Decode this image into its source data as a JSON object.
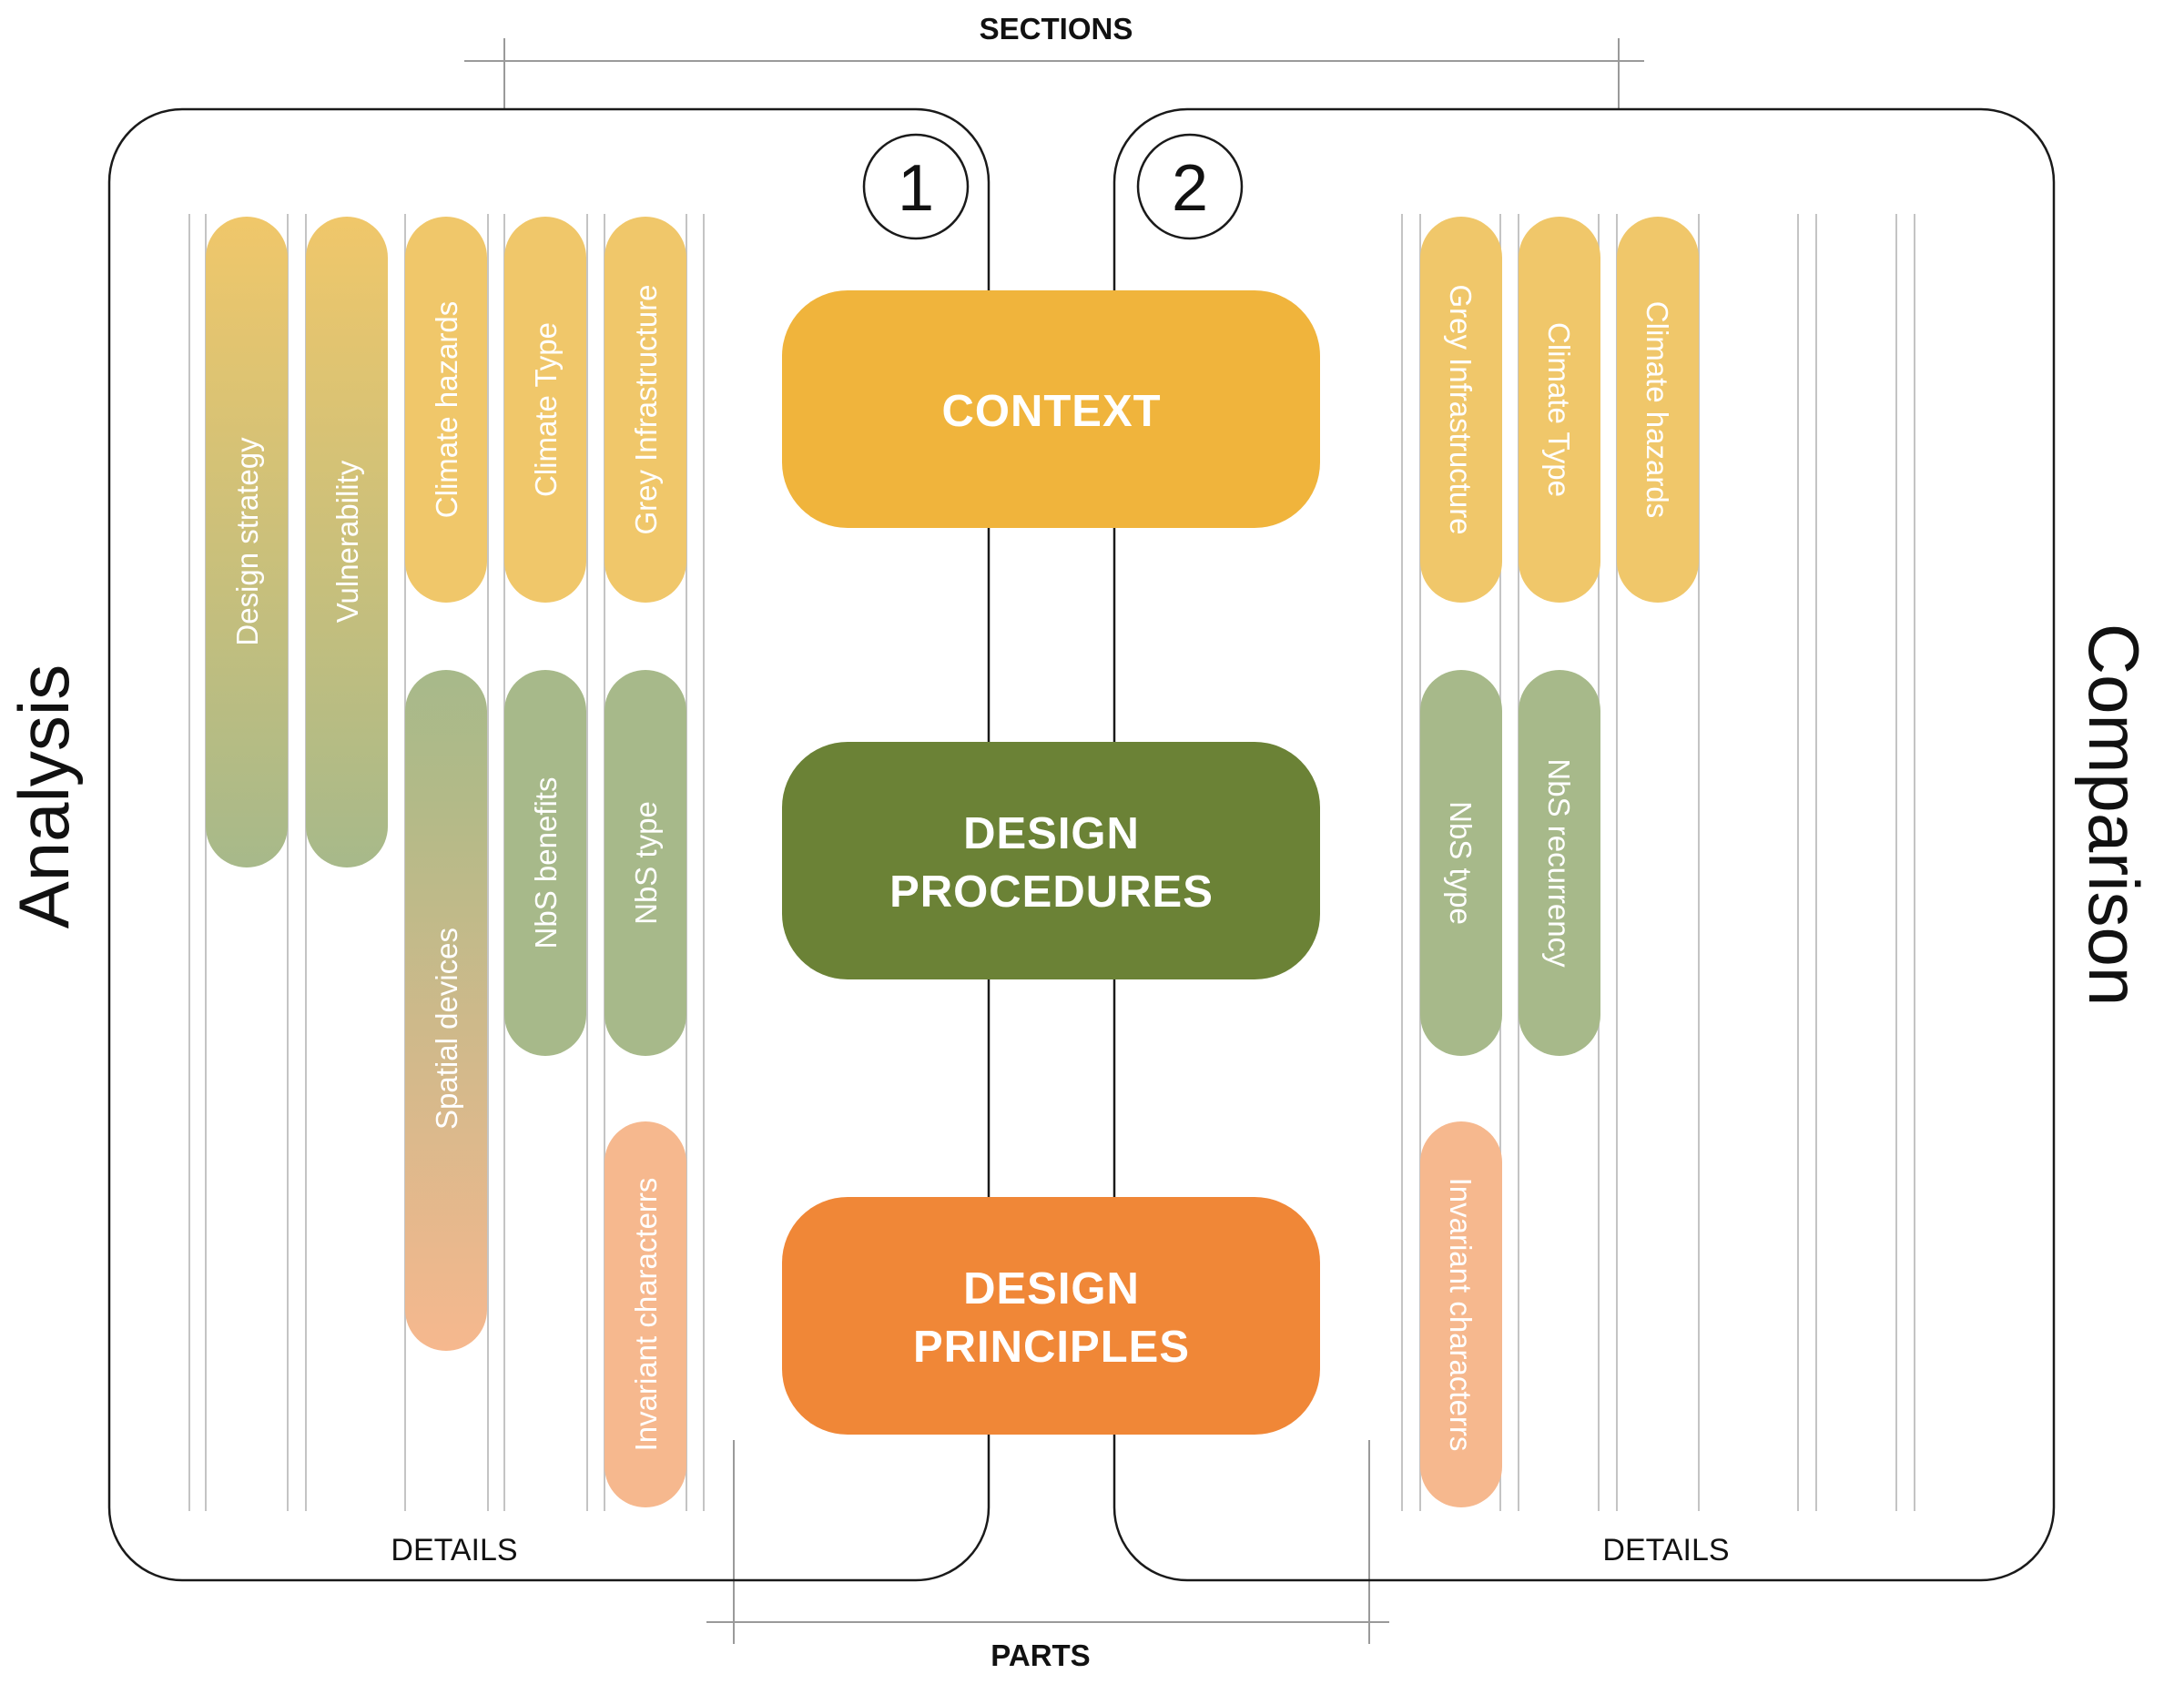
{
  "top_label": "SECTIONS",
  "bottom_label": "PARTS",
  "left_side_title": "Analysis",
  "right_side_title": "Comparison",
  "panel_left": {
    "number": "1",
    "footer": "DETAILS"
  },
  "panel_right": {
    "number": "2",
    "footer": "DETAILS"
  },
  "boxes": {
    "context": {
      "lines": [
        "CONTEXT"
      ],
      "color": "#F0B43C"
    },
    "procedures": {
      "lines": [
        "DESIGN",
        "PROCEDURES"
      ],
      "color": "#6B8236"
    },
    "principles": {
      "lines": [
        "DESIGN",
        "PRINCIPLES"
      ],
      "color": "#F08737"
    }
  },
  "pill_colors": {
    "yellow": "#F0C76A",
    "green": "#A7B98A",
    "salmon": "#F6B88E"
  },
  "left_pills": [
    "Design strategy",
    "Vulnerability",
    "Climate hazards",
    "Climate Type",
    "Grey Infrastructure",
    "Spatial devices",
    "NbS benefits",
    "NbS type",
    "Invariant characterrs"
  ],
  "right_pills": [
    "Grey Infrastructure",
    "Climate Type",
    "Climate hazards",
    "NbS type",
    "NbS recurrency",
    "Invariant characterrs"
  ]
}
